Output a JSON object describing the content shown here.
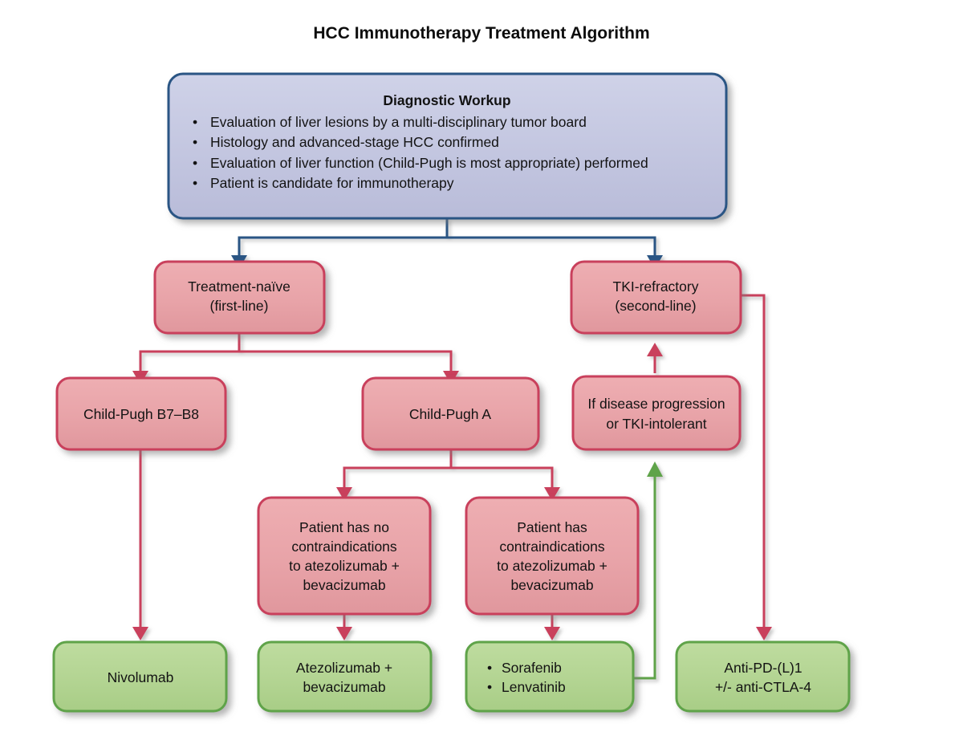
{
  "title": "HCC Immunotherapy Treatment Algorithm",
  "colors": {
    "blue_fill": "#c3c6e0",
    "blue_stroke": "#2a5584",
    "pink_fill": "#e8a3a8",
    "pink_stroke": "#c9415c",
    "green_fill": "#b3d492",
    "green_stroke": "#5fa348",
    "text": "#131313",
    "background": "#ffffff"
  },
  "nodes": {
    "diagnostic_workup": {
      "heading": "Diagnostic Workup",
      "bullets": [
        "Evaluation of liver lesions by a multi-disciplinary tumor board",
        "Histology and advanced-stage HCC confirmed",
        "Evaluation of liver function (Child-Pugh is most appropriate) performed",
        "Patient is candidate for immunotherapy"
      ]
    },
    "treatment_naive": {
      "lines": [
        "Treatment-naïve",
        "(first-line)"
      ]
    },
    "tki_refractory": {
      "lines": [
        "TKI-refractory",
        "(second-line)"
      ]
    },
    "child_pugh_b": {
      "lines": [
        "Child-Pugh B7–B8"
      ]
    },
    "child_pugh_a": {
      "lines": [
        "Child-Pugh A"
      ]
    },
    "disease_progression": {
      "lines": [
        "If disease progression",
        "or TKI-intolerant"
      ]
    },
    "no_contraindications": {
      "lines": [
        "Patient has no",
        "contraindications",
        "to atezolizumab +",
        "bevacizumab"
      ]
    },
    "has_contraindications": {
      "lines": [
        "Patient has",
        "contraindications",
        "to atezolizumab +",
        "bevacizumab"
      ]
    },
    "nivolumab": {
      "lines": [
        "Nivolumab"
      ]
    },
    "atezo_bev": {
      "lines": [
        "Atezolizumab +",
        "bevacizumab"
      ]
    },
    "tki_options": {
      "bullets": [
        "Sorafenib",
        "Lenvatinib"
      ]
    },
    "anti_pd": {
      "lines": [
        "Anti-PD-(L)1",
        "+/- anti-CTLA-4"
      ]
    }
  },
  "chart_data": {
    "type": "diagram",
    "title": "HCC Immunotherapy Treatment Algorithm",
    "diagram_kind": "clinical treatment flowchart",
    "legend_by_color": {
      "#c3c6e0": "diagnostic / entry step",
      "#e8a3a8": "decision / patient-state node",
      "#b3d492": "therapy / outcome node"
    },
    "edges": [
      {
        "from": "diagnostic_workup",
        "to": "treatment_naive",
        "color": "#2a5584"
      },
      {
        "from": "diagnostic_workup",
        "to": "tki_refractory",
        "color": "#2a5584"
      },
      {
        "from": "treatment_naive",
        "to": "child_pugh_b",
        "color": "#c9415c"
      },
      {
        "from": "treatment_naive",
        "to": "child_pugh_a",
        "color": "#c9415c"
      },
      {
        "from": "child_pugh_b",
        "to": "nivolumab",
        "color": "#c9415c"
      },
      {
        "from": "child_pugh_a",
        "to": "no_contraindications",
        "color": "#c9415c"
      },
      {
        "from": "child_pugh_a",
        "to": "has_contraindications",
        "color": "#c9415c"
      },
      {
        "from": "no_contraindications",
        "to": "atezo_bev",
        "color": "#c9415c"
      },
      {
        "from": "has_contraindications",
        "to": "tki_options",
        "color": "#c9415c"
      },
      {
        "from": "tki_refractory",
        "to": "anti_pd",
        "color": "#c9415c"
      },
      {
        "from": "disease_progression",
        "to": "tki_refractory",
        "color": "#c9415c"
      },
      {
        "from": "tki_options",
        "to": "disease_progression",
        "color": "#5fa348"
      }
    ]
  }
}
